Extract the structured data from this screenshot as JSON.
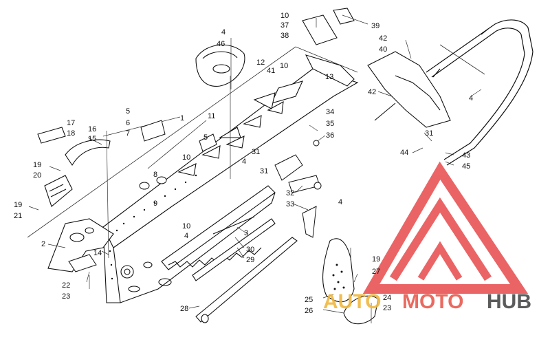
{
  "diagram": {
    "part_labels": [
      "1",
      "2",
      "3",
      "4",
      "4",
      "4",
      "4",
      "4",
      "5",
      "5",
      "6",
      "7",
      "8",
      "9",
      "10",
      "10",
      "10",
      "10",
      "11",
      "12",
      "13",
      "14",
      "15",
      "16",
      "17",
      "18",
      "19",
      "19",
      "19",
      "20",
      "21",
      "22",
      "23",
      "23",
      "24",
      "25",
      "26",
      "27",
      "28",
      "29",
      "30",
      "31",
      "31",
      "31",
      "32",
      "33",
      "34",
      "35",
      "36",
      "37",
      "38",
      "39",
      "40",
      "41",
      "42",
      "42",
      "43",
      "44",
      "45",
      "46"
    ]
  },
  "watermark": {
    "brand_part1": "AUTO",
    "brand_part2": "MOTO",
    "brand_part3": "HUB",
    "colors": {
      "logo_red": "#e8494b",
      "auto": "#f0b840",
      "moto": "#e85a4f",
      "hub": "#4a4a4a"
    }
  }
}
